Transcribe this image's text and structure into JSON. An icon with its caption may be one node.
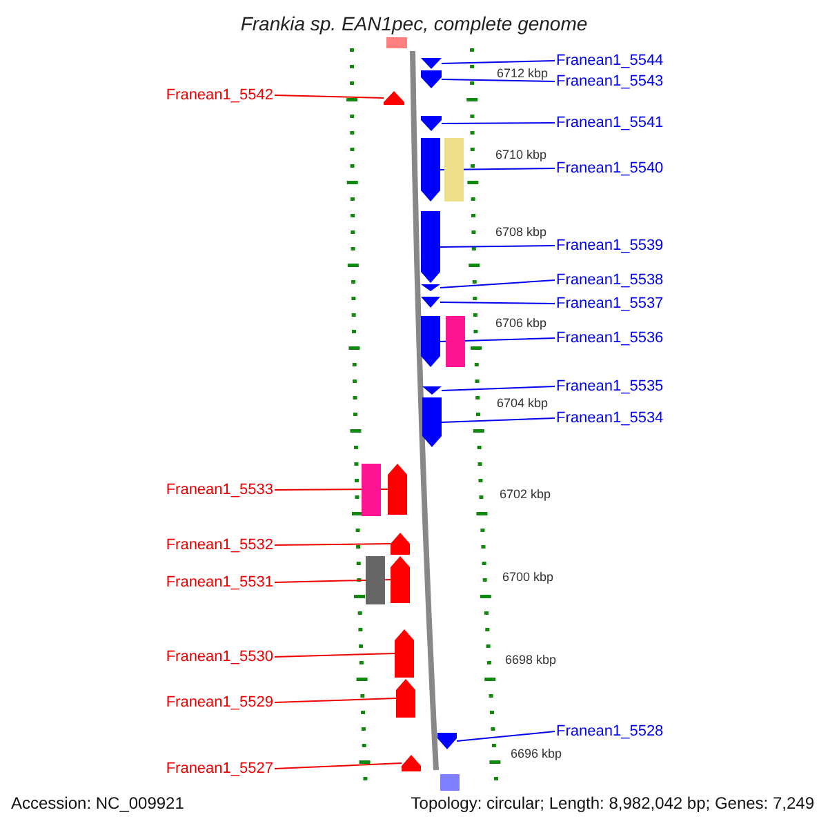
{
  "diagram": {
    "title": "Frankia sp. EAN1pec, complete genome",
    "nodes": [
      {
        "text": [
          "Franean1_5544"
        ]
      },
      {
        "text": [
          "Franean1_5543"
        ]
      },
      {
        "text": [
          "Franean1_5542"
        ]
      },
      {
        "text": [
          "Franean1_5541"
        ]
      },
      {
        "text": [
          "Franean1_5540"
        ]
      },
      {
        "text": [
          "Franean1_5539"
        ]
      },
      {
        "text": [
          "Franean1_5538"
        ]
      },
      {
        "text": [
          "Franean1_5537"
        ]
      },
      {
        "text": [
          "Franean1_5536"
        ]
      },
      {
        "text": [
          "Franean1_5535"
        ]
      },
      {
        "text": [
          "Franean1_5534"
        ]
      },
      {
        "text": [
          "Franean1_5533"
        ]
      },
      {
        "text": [
          "Franean1_5532"
        ]
      },
      {
        "text": [
          "Franean1_5531"
        ]
      },
      {
        "text": [
          "Franean1_5530"
        ]
      },
      {
        "text": [
          "Franean1_5529"
        ]
      },
      {
        "text": [
          "Franean1_5528"
        ]
      },
      {
        "text": [
          "Franean1_5527"
        ]
      },
      {
        "text": [],
        "shape": "bar"
      },
      {
        "text": [],
        "shape": "arrow"
      },
      {
        "text": [],
        "shape": "arrow"
      },
      {
        "text": [],
        "shape": "arrow"
      },
      {
        "text": [],
        "shape": "arrow"
      },
      {
        "text": [],
        "shape": "arrow"
      },
      {
        "text": [],
        "shape": "bar"
      },
      {
        "text": [],
        "shape": "arrow"
      },
      {
        "text": [],
        "shape": "arrow"
      },
      {
        "text": [],
        "shape": "arrow"
      },
      {
        "text": [],
        "shape": "arrow"
      },
      {
        "text": [],
        "shape": "bar"
      },
      {
        "text": [],
        "shape": "arrow"
      },
      {
        "text": [],
        "shape": "arrow"
      },
      {
        "text": [],
        "shape": "bar"
      },
      {
        "text": [],
        "shape": "arrow"
      },
      {
        "text": [],
        "shape": "arrow"
      },
      {
        "text": [],
        "shape": "bar"
      },
      {
        "text": [],
        "shape": "arrow"
      },
      {
        "text": [],
        "shape": "arrow"
      },
      {
        "text": [],
        "shape": "arrow"
      },
      {
        "text": [],
        "shape": "arrow"
      },
      {
        "text": [],
        "shape": "arrow"
      },
      {
        "text": [],
        "shape": "bar"
      }
    ],
    "edges": [
      {
        "from": 0,
        "to": 19,
        "arrow": "none"
      },
      {
        "from": 1,
        "to": 20,
        "arrow": "none"
      },
      {
        "from": 2,
        "to": 21,
        "arrow": "none",
        "color": "#ee0000"
      },
      {
        "from": 3,
        "to": 22,
        "arrow": "none"
      },
      {
        "from": 4,
        "to": 23,
        "arrow": "none"
      },
      {
        "from": 5,
        "to": 25,
        "arrow": "none"
      },
      {
        "from": 6,
        "to": 26,
        "arrow": "none"
      },
      {
        "from": 7,
        "to": 27,
        "arrow": "none"
      },
      {
        "from": 8,
        "to": 28,
        "arrow": "none"
      },
      {
        "from": 9,
        "to": 30,
        "arrow": "none"
      },
      {
        "from": 10,
        "to": 31,
        "arrow": "none"
      },
      {
        "from": 11,
        "to": 33,
        "arrow": "none",
        "color": "#ee0000"
      },
      {
        "from": 12,
        "to": 34,
        "arrow": "none",
        "color": "#ee0000"
      },
      {
        "from": 13,
        "to": 36,
        "arrow": "none",
        "color": "#ee0000"
      },
      {
        "from": 14,
        "to": 37,
        "arrow": "none",
        "color": "#ee0000"
      },
      {
        "from": 15,
        "to": 38,
        "arrow": "none",
        "color": "#ee0000"
      },
      {
        "from": 16,
        "to": 39,
        "arrow": "none"
      },
      {
        "from": 17,
        "to": 40,
        "arrow": "none",
        "color": "#ee0000"
      }
    ],
    "labels": [
      "6712 kbp",
      "6710 kbp",
      "6708 kbp",
      "6706 kbp",
      "6704 kbp",
      "6702 kbp",
      "6700 kbp",
      "6698 kbp",
      "6696 kbp",
      "Accession: NC_009921",
      "Topology: circular; Length: 8,982,042 bp; Genes: 7,249"
    ]
  }
}
